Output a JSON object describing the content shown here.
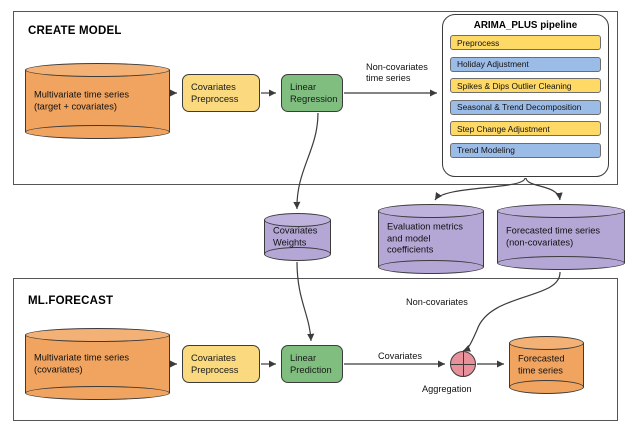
{
  "colors": {
    "orange": "#f0a460",
    "orange_top": "#f3b176",
    "yellow": "#fad97f",
    "yellow_alt": "#ffd966",
    "green": "#7fbe7f",
    "purple": "#b4a7d6",
    "purple_top": "#bfb3dd",
    "blue": "#9cbce8",
    "pink": "#e8919b",
    "stroke": "#3b3b3b",
    "frame": "#555555"
  },
  "create_model": {
    "title": "CREATE MODEL",
    "source_cylinder": "Multivariate time series\n(target + covariates)",
    "preprocess_box": "Covariates\nPreprocess",
    "model_box": "Linear\nRegression",
    "edge_label": "Non-covariates\ntime series"
  },
  "pipeline": {
    "title": "ARIMA_PLUS pipeline",
    "stages": [
      {
        "label": "Preprocess",
        "tone": "yellow"
      },
      {
        "label": "Holiday Adjustment",
        "tone": "blue"
      },
      {
        "label": "Spikes & Dips Outlier Cleaning",
        "tone": "yellow"
      },
      {
        "label": "Seasonal & Trend Decomposition",
        "tone": "blue"
      },
      {
        "label": "Step Change Adjustment",
        "tone": "yellow"
      },
      {
        "label": "Trend Modeling",
        "tone": "blue"
      }
    ]
  },
  "artifacts": {
    "covariates_weights": "Covariates\nWeights",
    "evaluation_metrics": "Evaluation metrics\nand model\ncoefficients",
    "forecasted_non_covariates": "Forecasted time series\n(non-covariates)"
  },
  "ml_forecast": {
    "title": "ML.FORECAST",
    "source_cylinder": "Multivariate time series\n(covariates)",
    "preprocess_box": "Covariates\nPreprocess",
    "prediction_box": "Linear\nPrediction",
    "covariates_label": "Covariates",
    "non_covariates_label": "Non-covariates",
    "aggregation_label": "Aggregation",
    "output_cylinder": "Forecasted\ntime series"
  }
}
